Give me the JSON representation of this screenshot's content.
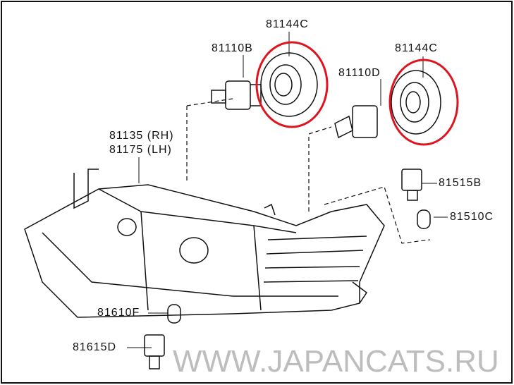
{
  "watermark": "WWW.JAPANCATS.RU",
  "parts": {
    "bulb_seal_left": "81144C",
    "bulb_seal_right": "81144C",
    "bulb_left": "81110B",
    "bulb_right": "81110D",
    "unit_rh": "81135 (RH)",
    "unit_lh": "81175 (LH)",
    "socket_upper": "81515B",
    "bulb_upper": "81510C",
    "bulb_lower": "81610F",
    "socket_lower": "81615D"
  },
  "colors": {
    "highlight": "#e0141e",
    "line": "#111111",
    "watermark": "#bdbdbd"
  }
}
